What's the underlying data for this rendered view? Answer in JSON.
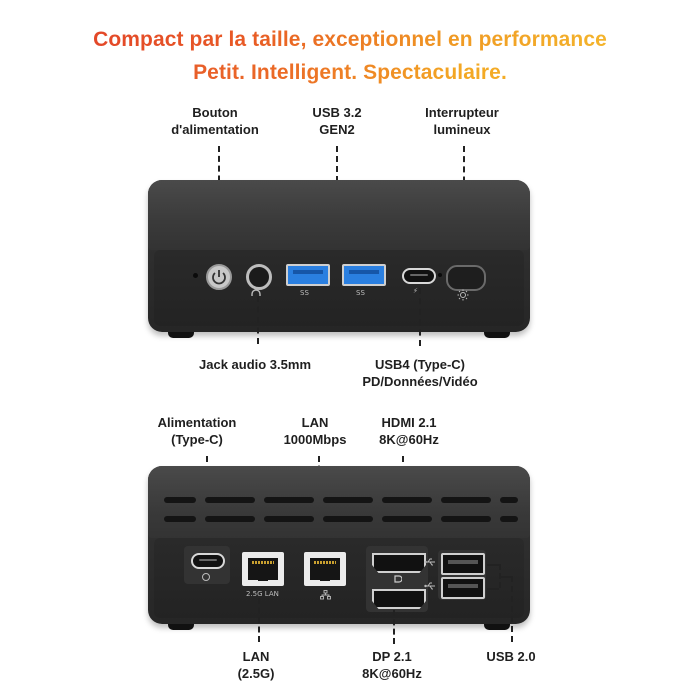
{
  "headline": {
    "line1": "Compact par la taille, exceptionnel en performance",
    "line2": "Petit. Intelligent. Spectaculaire."
  },
  "front_panel": {
    "labels": {
      "power_button": "Bouton\nd'alimentation",
      "usb32": "USB 3.2\nGEN2",
      "light_switch": "Interrupteur\nlumineux",
      "audio_jack": "Jack audio 3.5mm",
      "usb4": "USB4 (Type-C)\nPD/Données/Vidéo"
    },
    "port_marks": {
      "usb_ss": "SS",
      "usbc_icon": "⚡"
    }
  },
  "rear_panel": {
    "labels": {
      "power_input": "Alimentation\n(Type-C)",
      "lan_1000": "LAN\n1000Mbps",
      "hdmi": "HDMI 2.1\n8K@60Hz",
      "lan_25": "LAN\n(2.5G)",
      "dp": "DP 2.1\n8K@60Hz",
      "usb20": "USB 2.0"
    },
    "port_marks": {
      "lan_25_print": "2.5G LAN"
    }
  },
  "colors": {
    "accent_red": "#e03c2a",
    "accent_orange": "#f09a23",
    "accent_yellow": "#f6c431",
    "usb3_blue": "#2a7fe0",
    "device_body": "#2e2e2e"
  }
}
